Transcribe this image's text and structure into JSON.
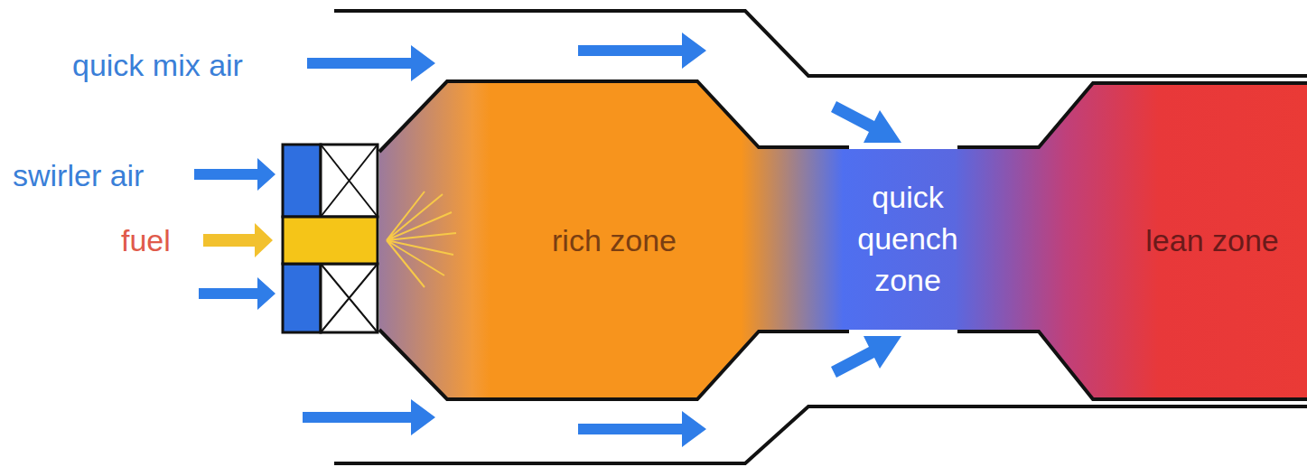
{
  "diagram": {
    "nodes": [
      {
        "text": [
          "rich zone"
        ]
      },
      {
        "text": [
          "quick quench zone"
        ]
      },
      {
        "text": [
          "lean zone"
        ]
      }
    ],
    "labels": [
      "quick mix air",
      "swirler air",
      "fuel"
    ]
  }
}
